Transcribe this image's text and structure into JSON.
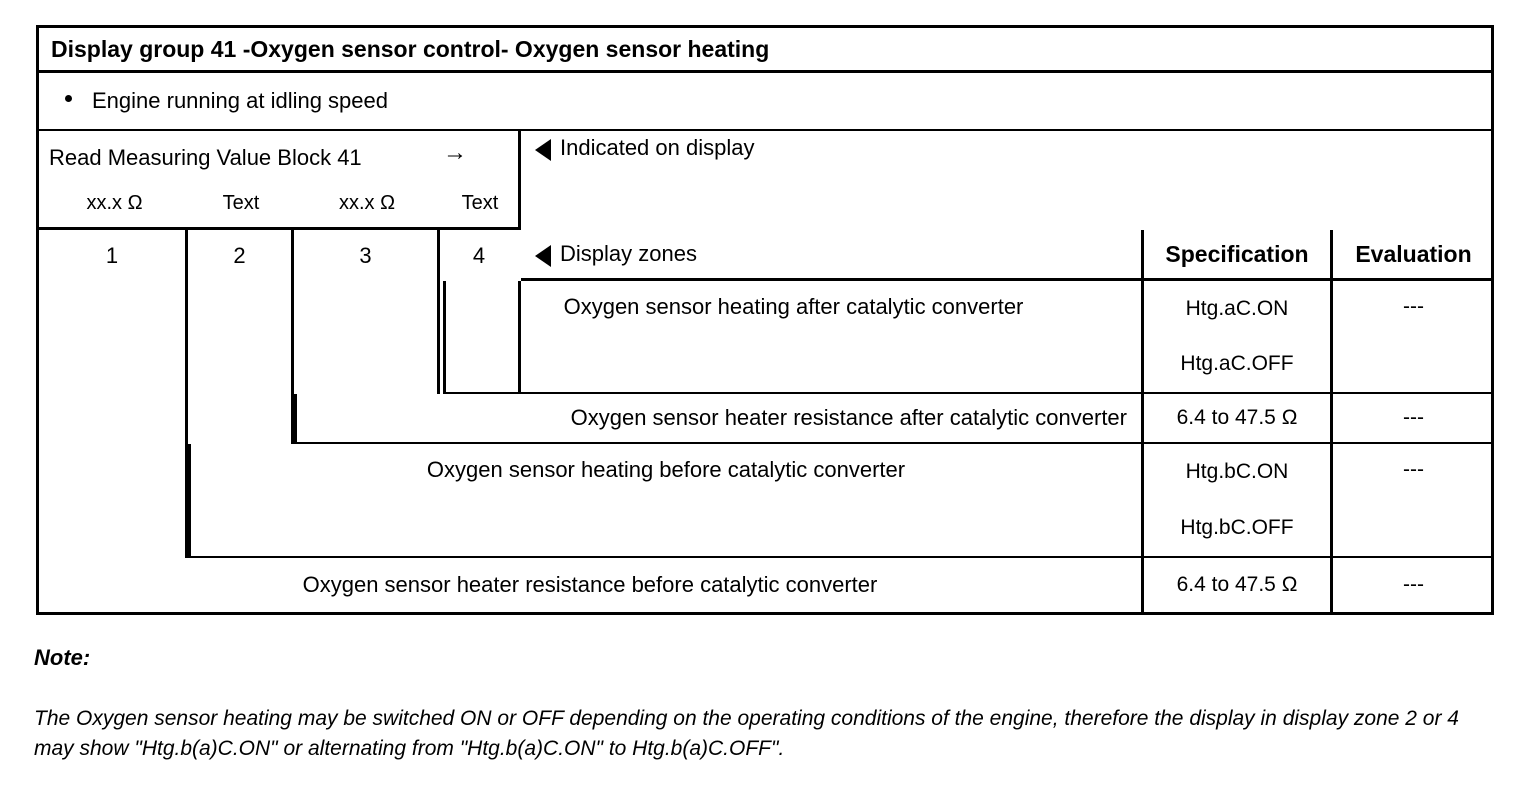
{
  "title": "Display group 41 -Oxygen sensor control- Oxygen sensor heating",
  "condition": {
    "bullet_text": "Engine running at idling speed"
  },
  "measuring_value_block": {
    "label": "Read Measuring Value Block 41",
    "arrow": "→",
    "units": [
      "xx.x Ω",
      "Text",
      "xx.x Ω",
      "Text"
    ]
  },
  "indicated_on_display": {
    "label": "Indicated on display",
    "marker": "triangle-left"
  },
  "display_zones": {
    "label": "Display zones",
    "marker": "triangle-left",
    "zone_numbers": [
      "1",
      "2",
      "3",
      "4"
    ]
  },
  "table_headers": {
    "specification": "Specification",
    "evaluation": "Evaluation"
  },
  "rows": [
    {
      "zone": "4",
      "description": "Oxygen sensor heating after catalytic converter",
      "specification_lines": [
        "Htg.aC.ON",
        "Htg.aC.OFF"
      ],
      "evaluation": "---"
    },
    {
      "zone": "3",
      "description": "Oxygen sensor heater resistance after catalytic converter",
      "specification_lines": [
        "6.4 to 47.5 Ω"
      ],
      "evaluation": "---"
    },
    {
      "zone": "2",
      "description": "Oxygen sensor heating before catalytic converter",
      "specification_lines": [
        "Htg.bC.ON",
        "Htg.bC.OFF"
      ],
      "evaluation": "---"
    },
    {
      "zone": "1",
      "description": "Oxygen sensor heater resistance before catalytic converter",
      "specification_lines": [
        "6.4 to 47.5 Ω"
      ],
      "evaluation": "---"
    }
  ],
  "note": {
    "label": "Note:",
    "text": "The Oxygen sensor heating may be switched ON or OFF depending on the operating conditions of the engine, therefore the display in display zone 2 or 4 may show \"Htg.b(a)C.ON\" or alternating from \"Htg.b(a)C.ON\" to Htg.b(a)C.OFF\"."
  }
}
